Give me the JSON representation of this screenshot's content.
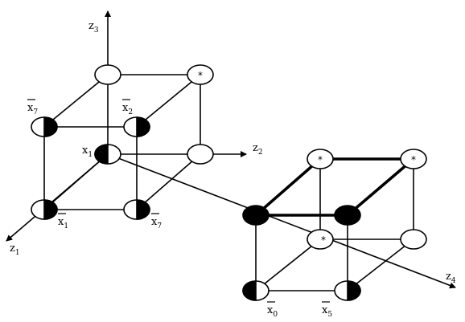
{
  "axes": [
    {
      "id": "z3",
      "letter": "z",
      "index": "3"
    },
    {
      "id": "z2",
      "letter": "z",
      "index": "2"
    },
    {
      "id": "z1",
      "letter": "z",
      "index": "1"
    },
    {
      "id": "z4",
      "letter": "z",
      "index": "4"
    }
  ],
  "vertex_labels": [
    {
      "id": "x7-top",
      "letter": "x",
      "index": "7",
      "overbar": true
    },
    {
      "id": "x2",
      "letter": "x",
      "index": "2",
      "overbar": true
    },
    {
      "id": "x1-center",
      "letter": "x",
      "index": "1",
      "overbar": false
    },
    {
      "id": "x1-bottom",
      "letter": "x",
      "index": "1",
      "overbar": true
    },
    {
      "id": "x7-bottom",
      "letter": "x",
      "index": "7",
      "overbar": true
    },
    {
      "id": "x0",
      "letter": "x",
      "index": "0",
      "overbar": true
    },
    {
      "id": "x5",
      "letter": "x",
      "index": "5",
      "overbar": true
    }
  ],
  "markers": {
    "star": "*"
  },
  "node_fills": {
    "empty": "white",
    "full": "black",
    "half": "half-black"
  },
  "colors": {
    "ink": "#000000",
    "paper": "#ffffff"
  }
}
